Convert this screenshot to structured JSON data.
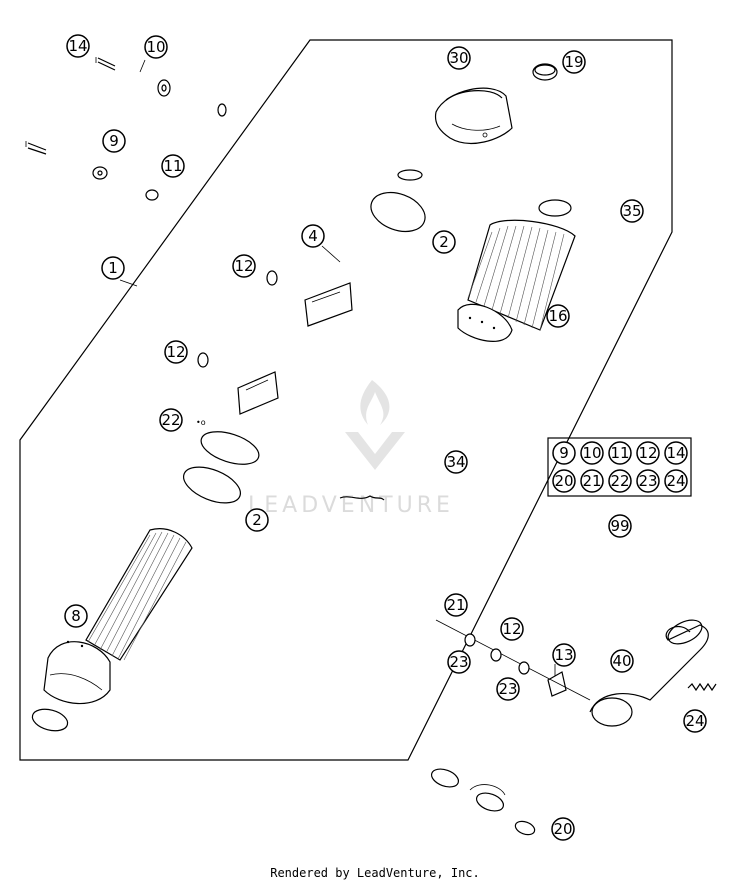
{
  "callouts": [
    {
      "id": "c14a",
      "label": "14"
    },
    {
      "id": "c10a",
      "label": "10"
    },
    {
      "id": "c9",
      "label": "9"
    },
    {
      "id": "c11",
      "label": "11"
    },
    {
      "id": "c30",
      "label": "30"
    },
    {
      "id": "c19",
      "label": "19"
    },
    {
      "id": "c35",
      "label": "35"
    },
    {
      "id": "c2a",
      "label": "2"
    },
    {
      "id": "c4",
      "label": "4"
    },
    {
      "id": "c12a",
      "label": "12"
    },
    {
      "id": "c1",
      "label": "1"
    },
    {
      "id": "c16",
      "label": "16"
    },
    {
      "id": "c12b",
      "label": "12"
    },
    {
      "id": "c22",
      "label": "22"
    },
    {
      "id": "c34",
      "label": "34"
    },
    {
      "id": "c2b",
      "label": "2"
    },
    {
      "id": "c8",
      "label": "8"
    },
    {
      "id": "c21",
      "label": "21"
    },
    {
      "id": "c12c",
      "label": "12"
    },
    {
      "id": "c23a",
      "label": "23"
    },
    {
      "id": "c13",
      "label": "13"
    },
    {
      "id": "c40",
      "label": "40"
    },
    {
      "id": "c23b",
      "label": "23"
    },
    {
      "id": "c24",
      "label": "24"
    },
    {
      "id": "c20",
      "label": "20"
    },
    {
      "id": "c99",
      "label": "99"
    }
  ],
  "kit_box": {
    "row1": [
      "9",
      "10",
      "11",
      "12",
      "14"
    ],
    "row2": [
      "20",
      "21",
      "22",
      "23",
      "24"
    ]
  },
  "watermark": "LEADVENTURE",
  "footer": "Rendered by LeadVenture, Inc."
}
